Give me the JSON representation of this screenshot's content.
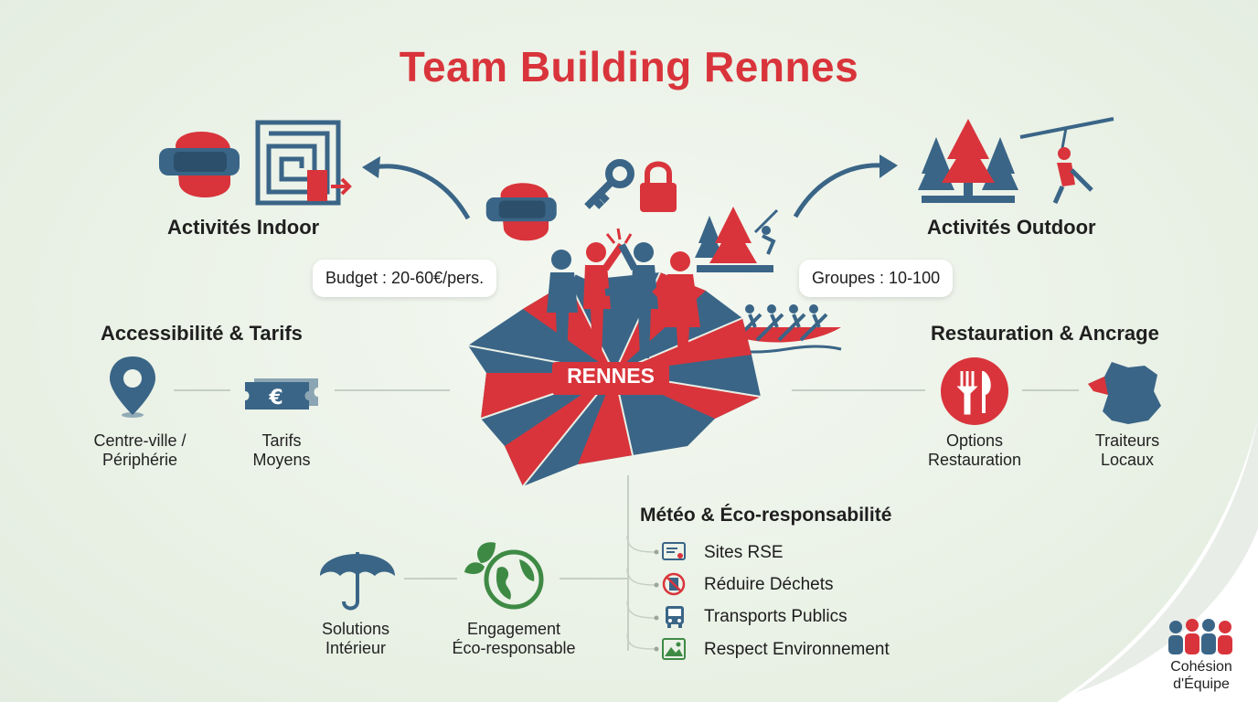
{
  "title": "Team Building Rennes",
  "center_label": "RENNES",
  "indoor": {
    "title": "Activités Indoor"
  },
  "outdoor": {
    "title": "Activités Outdoor"
  },
  "budget_pill": "Budget : 20-60€/pers.",
  "groups_pill": "Groupes : 10-100",
  "access": {
    "title": "Accessibilité & Tarifs",
    "location_label_1": "Centre-ville /",
    "location_label_2": "Périphérie",
    "price_label_1": "Tarifs",
    "price_label_2": "Moyens"
  },
  "food": {
    "title": "Restauration & Ancrage",
    "options_label_1": "Options",
    "options_label_2": "Restauration",
    "caterers_label_1": "Traiteurs",
    "caterers_label_2": "Locaux"
  },
  "weather": {
    "title": "Météo & Éco-responsabilité",
    "solutions_label_1": "Solutions",
    "solutions_label_2": "Intérieur",
    "engagement_label_1": "Engagement",
    "engagement_label_2": "Éco-responsable",
    "items": [
      "Sites RSE",
      "Réduire Déchets",
      "Transports Publics",
      "Respect Environnement"
    ]
  },
  "corner": {
    "label_1": "Cohésion",
    "label_2": "d'Équipe"
  },
  "colors": {
    "red": "#d9343b",
    "blue": "#3a6587",
    "green": "#3e8a45",
    "title": "#d9343b"
  }
}
